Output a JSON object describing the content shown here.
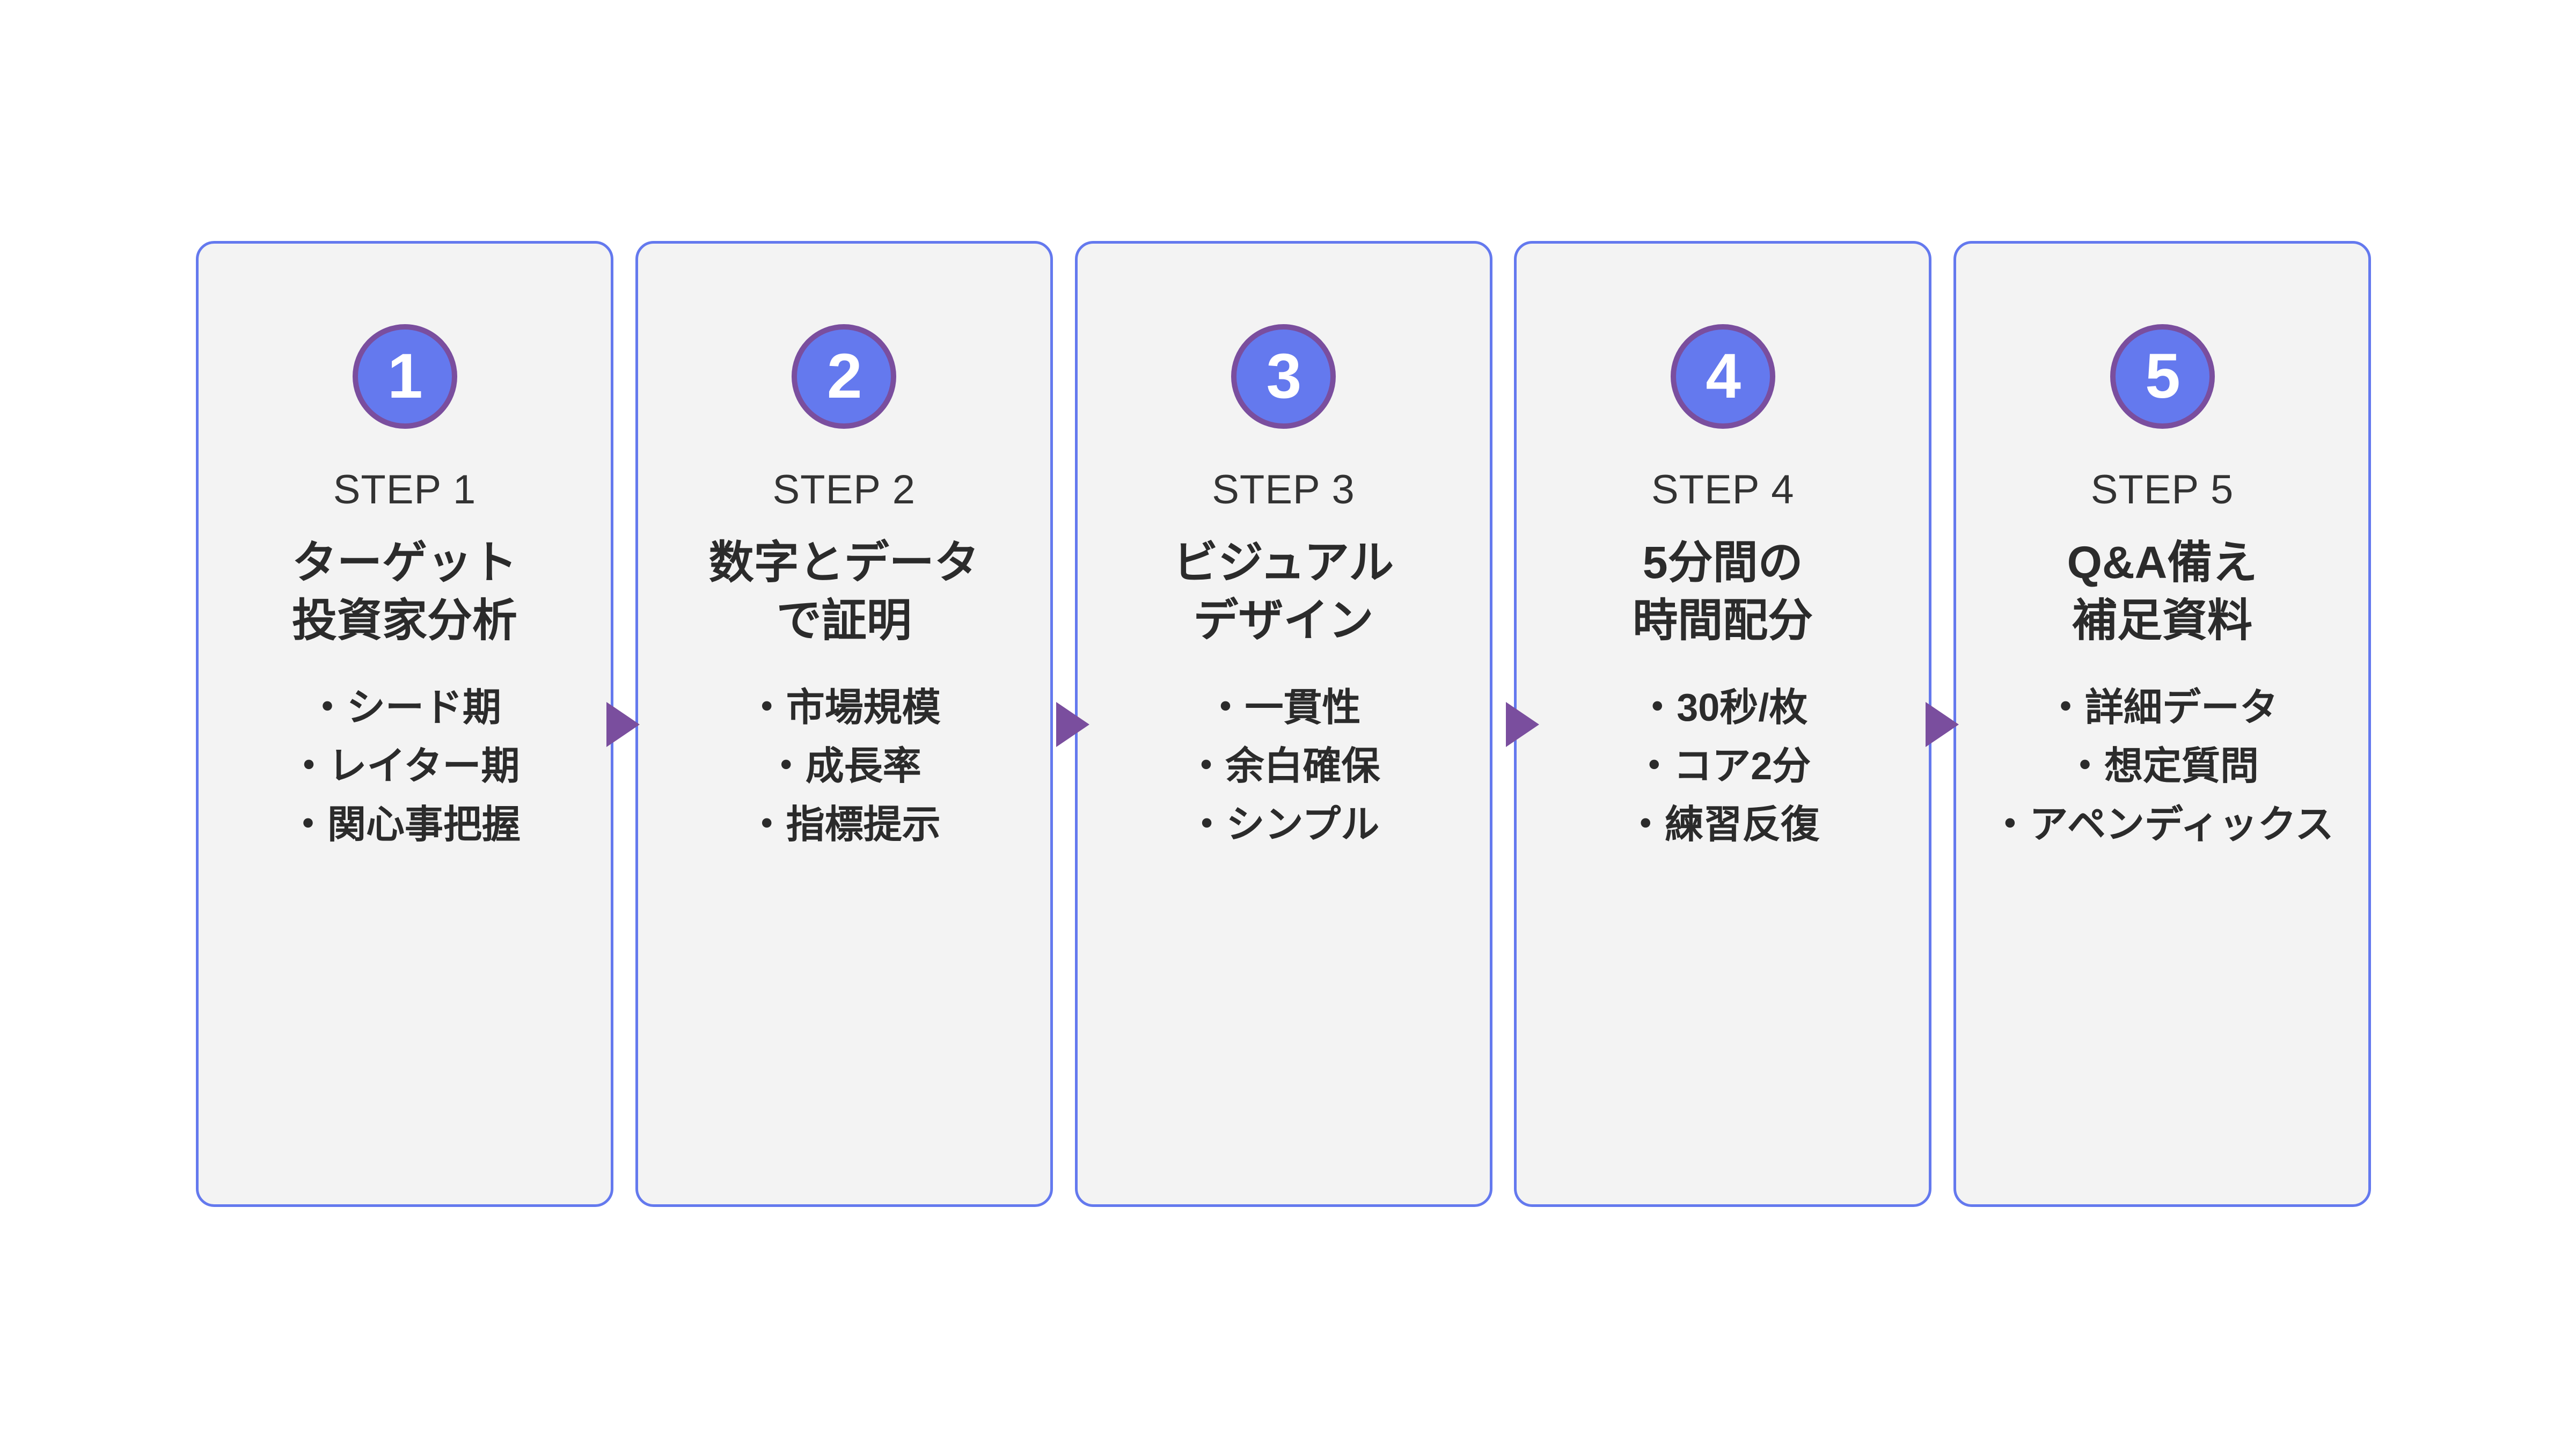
{
  "diagram": {
    "type": "horizontal-step-flow",
    "step_count": 5,
    "colors": {
      "card_background": "#f3f3f3",
      "card_border": "#6479ee",
      "badge_fill": "#6479ee",
      "badge_ring": "#7a4e9e",
      "badge_number": "#ffffff",
      "arrow": "#7a4e9e",
      "text": "#2b2b2b",
      "step_label_text": "#333333",
      "page_background": "#ffffff"
    },
    "connector_icon": "triangle-right-arrow-icon",
    "steps": [
      {
        "number": "1",
        "label": "STEP 1",
        "title_lines": [
          "ターゲット",
          "投資家分析"
        ],
        "bullets": [
          "・シード期",
          "・レイター期",
          "・関心事把握"
        ]
      },
      {
        "number": "2",
        "label": "STEP 2",
        "title_lines": [
          "数字とデータ",
          "で証明"
        ],
        "bullets": [
          "・市場規模",
          "・成長率",
          "・指標提示"
        ]
      },
      {
        "number": "3",
        "label": "STEP 3",
        "title_lines": [
          "ビジュアル",
          "デザイン"
        ],
        "bullets": [
          "・一貫性",
          "・余白確保",
          "・シンプル"
        ]
      },
      {
        "number": "4",
        "label": "STEP 4",
        "title_lines": [
          "5分間の",
          "時間配分"
        ],
        "bullets": [
          "・30秒/枚",
          "・コア2分",
          "・練習反復"
        ]
      },
      {
        "number": "5",
        "label": "STEP 5",
        "title_lines": [
          "Q&A備え",
          "補足資料"
        ],
        "bullets": [
          "・詳細データ",
          "・想定質問",
          "・アペンディックス"
        ]
      }
    ]
  }
}
